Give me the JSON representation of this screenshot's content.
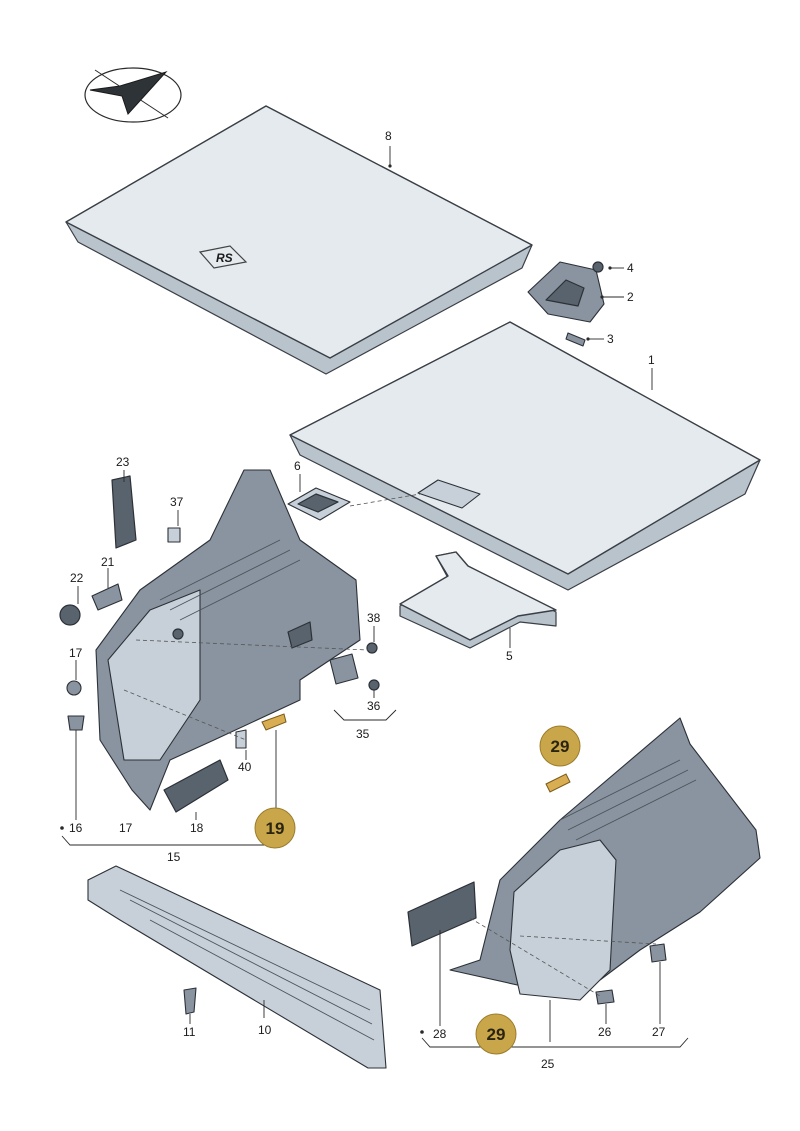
{
  "parts": [
    {
      "id": "1",
      "label": "1"
    },
    {
      "id": "2",
      "label": "2"
    },
    {
      "id": "3",
      "label": "3"
    },
    {
      "id": "4",
      "label": "4"
    },
    {
      "id": "5",
      "label": "5"
    },
    {
      "id": "6",
      "label": "6"
    },
    {
      "id": "8",
      "label": "8"
    },
    {
      "id": "10",
      "label": "10"
    },
    {
      "id": "11",
      "label": "11"
    },
    {
      "id": "15",
      "label": "15"
    },
    {
      "id": "16",
      "label": "16"
    },
    {
      "id": "17a",
      "label": "17"
    },
    {
      "id": "17b",
      "label": "17"
    },
    {
      "id": "18",
      "label": "18"
    },
    {
      "id": "21",
      "label": "21"
    },
    {
      "id": "22",
      "label": "22"
    },
    {
      "id": "23",
      "label": "23"
    },
    {
      "id": "25",
      "label": "25"
    },
    {
      "id": "26",
      "label": "26"
    },
    {
      "id": "27",
      "label": "27"
    },
    {
      "id": "28",
      "label": "28"
    },
    {
      "id": "35",
      "label": "35"
    },
    {
      "id": "36",
      "label": "36"
    },
    {
      "id": "37",
      "label": "37"
    },
    {
      "id": "38",
      "label": "38"
    },
    {
      "id": "40",
      "label": "40"
    }
  ],
  "highlighted_callouts": [
    {
      "id": "19",
      "label": "19"
    },
    {
      "id": "29a",
      "label": "29"
    },
    {
      "id": "29b",
      "label": "29"
    }
  ],
  "logo_text": "RS",
  "colors": {
    "panel_fill": "#e4eaee",
    "outline": "#3a3f46",
    "highlight": "#c9a64a"
  },
  "icons": {
    "logo": "checkmark-ellipse-icon"
  }
}
